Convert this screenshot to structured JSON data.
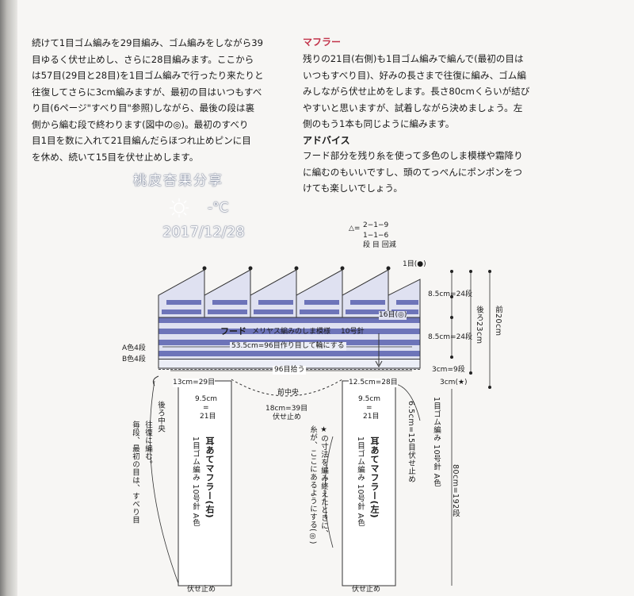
{
  "left_text": [
    "続けて1目ゴム編みを29目編み、ゴム編みをしながら39",
    "目ゆるく伏せ止めし、さらに28目編みます。ここから",
    "は57目(29目と28目)を1目ゴム編みで行ったり来たりと",
    "往復してさらに3cm編みますが、最初の目はいつもすべ",
    "り目(6ページ\"すべり目\"参照)しながら、最後の段は裏",
    "側から編む段で終わります(図中の◎)。最初のすべり",
    "目1目を数に入れて21目編んだらほつれ止めピンに目",
    "を休め、続いて15目を伏せ止めします。"
  ],
  "watermark": {
    "line1": "桃皮杏果分享",
    "line2": "-°C",
    "line3": "2017/12/28"
  },
  "muffler_title": "マフラー",
  "muffler_text": [
    "残りの21目(右側)も1目ゴム編みで編んで(最初の目は",
    "いつもすべり目)、好みの長さまで往復に編み、ゴム編",
    "みしながら伏せ止めをします。長さ80cmくらいが結び",
    "やすいと思いますが、試着しながら決めましょう。左",
    "側のもう1本も同じように編みます。"
  ],
  "advice_title": "アドバイス",
  "advice_text": [
    "フード部分を残り糸を使って多色のしま模様や霜降り",
    "に編むのもいいですし、頭のてっぺんにポンポンをつ",
    "けても楽しいでしょう。"
  ],
  "diagram": {
    "decrease": {
      "tri": "△=",
      "rule": "2−1−9",
      "rule2": "1−1−6",
      "legend": "段 目 回減"
    },
    "one_stitch": "1目(●)",
    "hood_label": "フード",
    "hood_pattern": "メリヤス編みのしま模様",
    "needle10": "10号針",
    "stitches16": "16目(◎)",
    "cast_on": "53.5cm=96目作り目して輪にする",
    "pick_up": "96目拾う",
    "color_a": "A色4段",
    "color_b": "B色4段",
    "h1": "8.5cm=24段",
    "h2": "8.5cm=24段",
    "h3": "3cm=9段",
    "h4": "3cm(★)",
    "back_total": "後ろ23cm",
    "front_total": "前20cm",
    "left_width": "13cm=29目",
    "right_width": "12.5cm=28目",
    "center_front": "前中央",
    "center_bind": "18cm=39目",
    "bind_off": "伏せ止め",
    "strap_w": "9.5cm",
    "strap_eq": "=",
    "strap_st": "21目",
    "rib_note": "6.5cm=15目伏せ止め",
    "rib_instr": "1目ゴム編み 10号針 A色",
    "length": "80cm=192段",
    "back_center": "後ろ中央",
    "slip_note_1": "往復に編む。",
    "slip_note_2": "毎段、最初の目は、すべり目",
    "star_note_1": "★の寸法を編み終えたときに、",
    "star_note_2": "糸が、ここにあるようにする(◎)",
    "right_strap_title": "耳あてマフラー(右)",
    "left_strap_title": "耳あてマフラー(左)",
    "strap_spec": "1目ゴム編み 10号針 A色",
    "bottom_bind": "伏せ止め",
    "bottom_bind2": "伏せ止め"
  },
  "colors": {
    "stripe_dark": "#6d74b9",
    "stripe_light": "#dfe1f1",
    "heading_red": "#c2334a"
  }
}
